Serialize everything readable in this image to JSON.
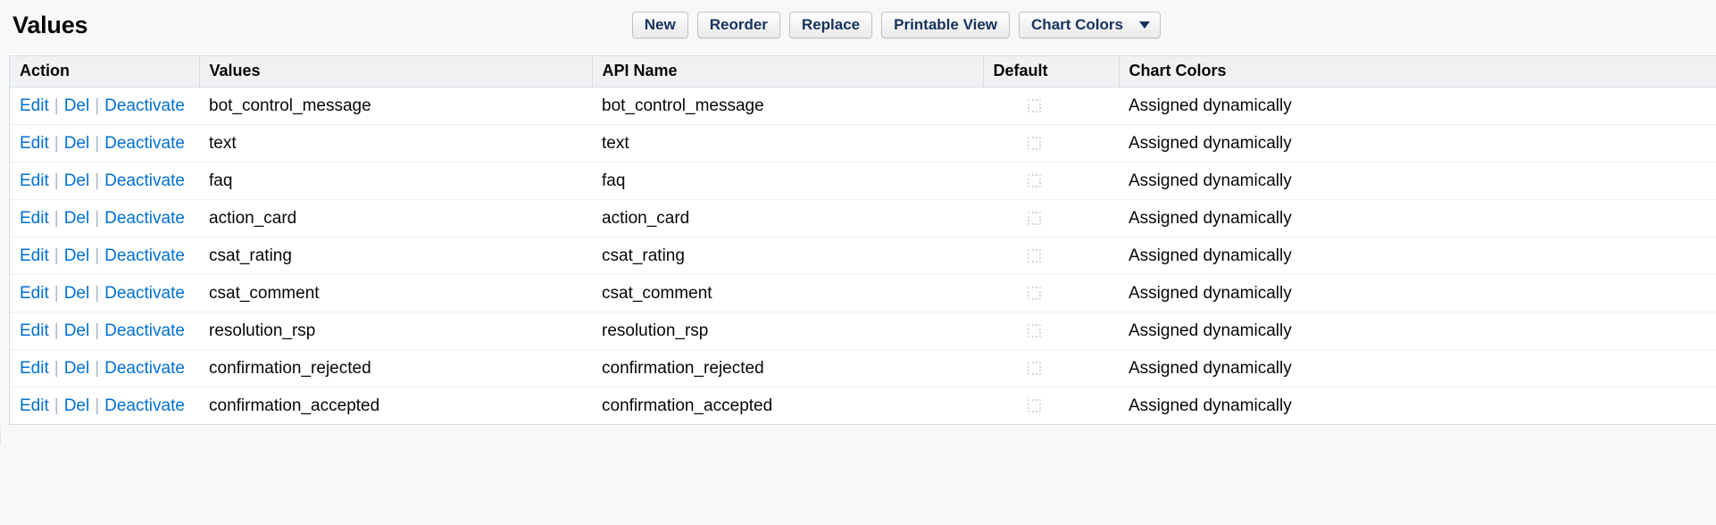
{
  "header": {
    "title": "Values",
    "buttons": [
      {
        "label": "New",
        "name": "new-button",
        "type": "button"
      },
      {
        "label": "Reorder",
        "name": "reorder-button",
        "type": "button"
      },
      {
        "label": "Replace",
        "name": "replace-button",
        "type": "button"
      },
      {
        "label": "Printable View",
        "name": "printable-view-button",
        "type": "button"
      },
      {
        "label": "Chart Colors",
        "name": "chart-colors-dropdown",
        "type": "dropdown",
        "icon": "chevron-down-icon"
      }
    ]
  },
  "table": {
    "columns": [
      {
        "label": "Action",
        "key": "action"
      },
      {
        "label": "Values",
        "key": "value"
      },
      {
        "label": "API Name",
        "key": "api_name"
      },
      {
        "label": "Default",
        "key": "default"
      },
      {
        "label": "Chart Colors",
        "key": "chart_color"
      }
    ],
    "row_actions": {
      "edit": "Edit",
      "del": "Del",
      "deactivate": "Deactivate",
      "separator": "|"
    },
    "rows": [
      {
        "value": "bot_control_message",
        "api_name": "bot_control_message",
        "default": false,
        "chart_color": "Assigned dynamically"
      },
      {
        "value": "text",
        "api_name": "text",
        "default": false,
        "chart_color": "Assigned dynamically"
      },
      {
        "value": "faq",
        "api_name": "faq",
        "default": false,
        "chart_color": "Assigned dynamically"
      },
      {
        "value": "action_card",
        "api_name": "action_card",
        "default": false,
        "chart_color": "Assigned dynamically"
      },
      {
        "value": "csat_rating",
        "api_name": "csat_rating",
        "default": false,
        "chart_color": "Assigned dynamically"
      },
      {
        "value": "csat_comment",
        "api_name": "csat_comment",
        "default": false,
        "chart_color": "Assigned dynamically"
      },
      {
        "value": "resolution_rsp",
        "api_name": "resolution_rsp",
        "default": false,
        "chart_color": "Assigned dynamically"
      },
      {
        "value": "confirmation_rejected",
        "api_name": "confirmation_rejected",
        "default": false,
        "chart_color": "Assigned dynamically"
      },
      {
        "value": "confirmation_accepted",
        "api_name": "confirmation_accepted",
        "default": false,
        "chart_color": "Assigned dynamically"
      }
    ]
  },
  "colors": {
    "link": "#0070d2",
    "text": "#080707",
    "header_bg": "#f0f1f2",
    "page_bg": "#f7f8f8",
    "border": "#d8dde6"
  }
}
